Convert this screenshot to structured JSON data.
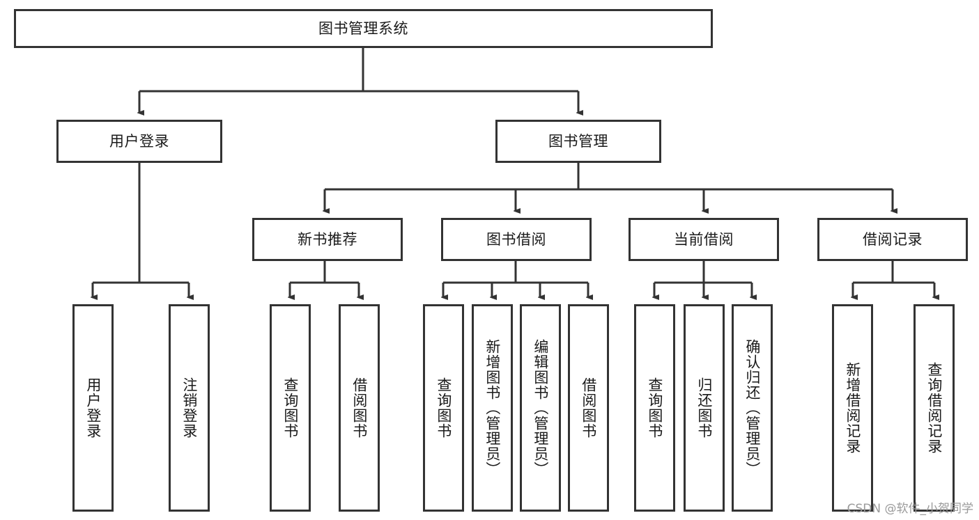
{
  "diagram": {
    "title": "图书管理系统",
    "type": "tree-hierarchy",
    "watermark": "CSDN @软件_小贺同学",
    "style": {
      "border_color": "#333333",
      "box_fill": "#ffffff",
      "background": "#ffffff",
      "text_color": "#1a1a1a",
      "watermark_color": "#9a9a9a"
    },
    "root": {
      "label": "图书管理系统"
    },
    "level2": [
      {
        "label": "用户登录"
      },
      {
        "label": "图书管理"
      }
    ],
    "level3": [
      {
        "label": "新书推荐"
      },
      {
        "label": "图书借阅"
      },
      {
        "label": "当前借阅"
      },
      {
        "label": "借阅记录"
      }
    ],
    "leaves": {
      "user_login": [
        {
          "label": "用户登录"
        },
        {
          "label": "注销登录"
        }
      ],
      "new_book_recommend": [
        {
          "label": "查询图书"
        },
        {
          "label": "借阅图书"
        }
      ],
      "book_borrow": [
        {
          "label": "查询图书"
        },
        {
          "label": "新增图书（管理员）"
        },
        {
          "label": "编辑图书（管理员）"
        },
        {
          "label": "借阅图书"
        }
      ],
      "current_borrow": [
        {
          "label": "查询图书"
        },
        {
          "label": "归还图书"
        },
        {
          "label": "确认归还（管理员）"
        }
      ],
      "borrow_record": [
        {
          "label": "新增借阅记录"
        },
        {
          "label": "查询借阅记录"
        }
      ]
    }
  }
}
